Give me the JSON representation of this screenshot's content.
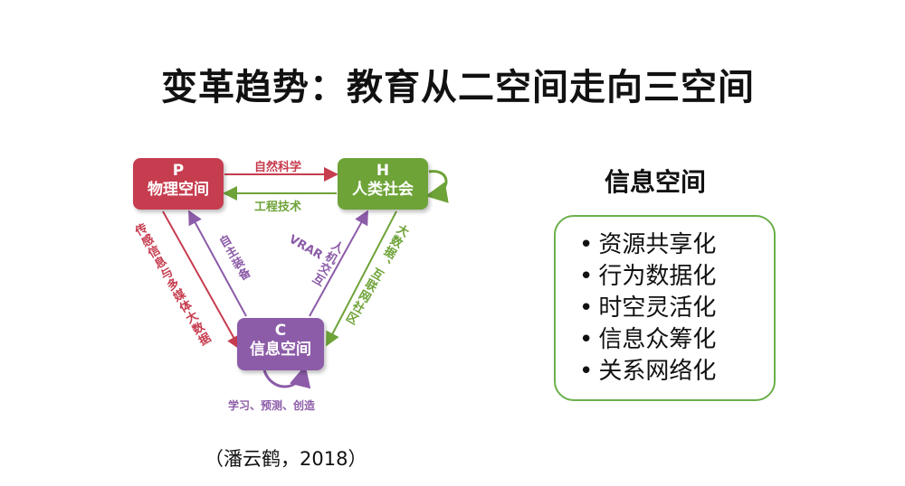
{
  "title": "变革趋势：教育从二空间走向三空间",
  "diagram": {
    "nodes": {
      "p": {
        "key": "P",
        "name": "物理空间",
        "color": "#c63d4f"
      },
      "h": {
        "key": "H",
        "name": "人类社会",
        "color": "#6ea338"
      },
      "c": {
        "key": "C",
        "name": "信息空间",
        "color": "#8c5ca8"
      }
    },
    "edges": {
      "p_to_h": "自然科学",
      "h_to_p": "工程技术",
      "p_to_c": "传感信息与多媒体大数据",
      "c_to_p": "自主装备",
      "h_to_c_1": "人机交互",
      "h_to_c_2": "VRAR",
      "h_to_c_3": "大数据、互联网社区",
      "c_self": "学习、预测、创造"
    }
  },
  "panel": {
    "title": "信息空间",
    "items": [
      "资源共享化",
      "行为数据化",
      "时空灵活化",
      "信息众筹化",
      "关系网络化"
    ]
  },
  "citation": "（潘云鹤，2018）"
}
